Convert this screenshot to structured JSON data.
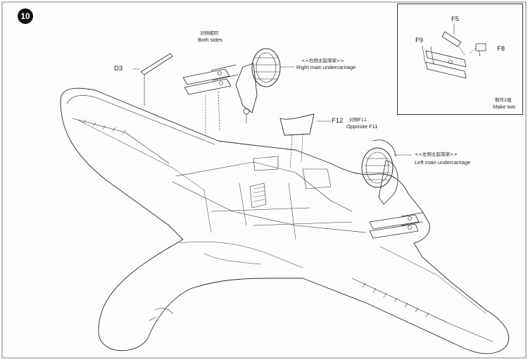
{
  "step_number": "10",
  "callouts": {
    "d3": "D3",
    "both_sides_cn": "对侧相同",
    "both_sides": "Both sides",
    "right_uc_cn": "<<右侧主起落架>>",
    "right_uc": "Right main undercarriage",
    "f12": "F12",
    "opposite_cn": "对侧F11",
    "opposite": "Opposite F11",
    "left_uc_cn": "<<左侧主起落架>>",
    "left_uc": "Left main undercarriage"
  },
  "inset": {
    "f5": "F5",
    "f9": "F9",
    "f8": "F8",
    "make_two_cn": "制作2组",
    "make_two": "Make two"
  },
  "colors": {
    "line": "#2a2a2a",
    "frame": "#333333",
    "badge": "#111111"
  }
}
